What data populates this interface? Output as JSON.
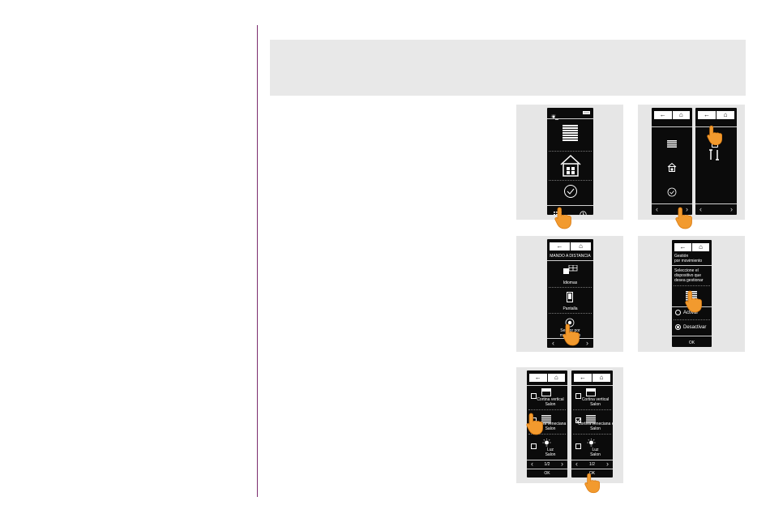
{
  "panel3": {
    "header": "MANDO A DISTANCIA",
    "items": [
      "Idiomas",
      "Pantalla",
      "Sensor por movimiento"
    ]
  },
  "panel4": {
    "title_line1": "Gestión",
    "title_line2": "por movimiento",
    "prompt_line1": "Seleccione el",
    "prompt_line2": "dispositivo que",
    "prompt_line3": "desea gestionar",
    "option_activate": "Activar",
    "option_deactivate": "Desactivar",
    "ok": "OK"
  },
  "panel5": {
    "left_items": [
      {
        "line1": "Cortina vertical",
        "line2": "Salon"
      },
      {
        "line1": "Cortina veneciana ext.",
        "line2": "Salon"
      },
      {
        "line1": "Luz",
        "line2": "Salon"
      }
    ],
    "right_items": [
      {
        "line1": "Cortina vertical",
        "line2": "Salon"
      },
      {
        "line1": "Cortina veneciana ext.",
        "line2": "Salon"
      },
      {
        "line1": "Luz",
        "line2": "Salon"
      }
    ],
    "page_indicator": "1/2",
    "ok": "OK"
  }
}
